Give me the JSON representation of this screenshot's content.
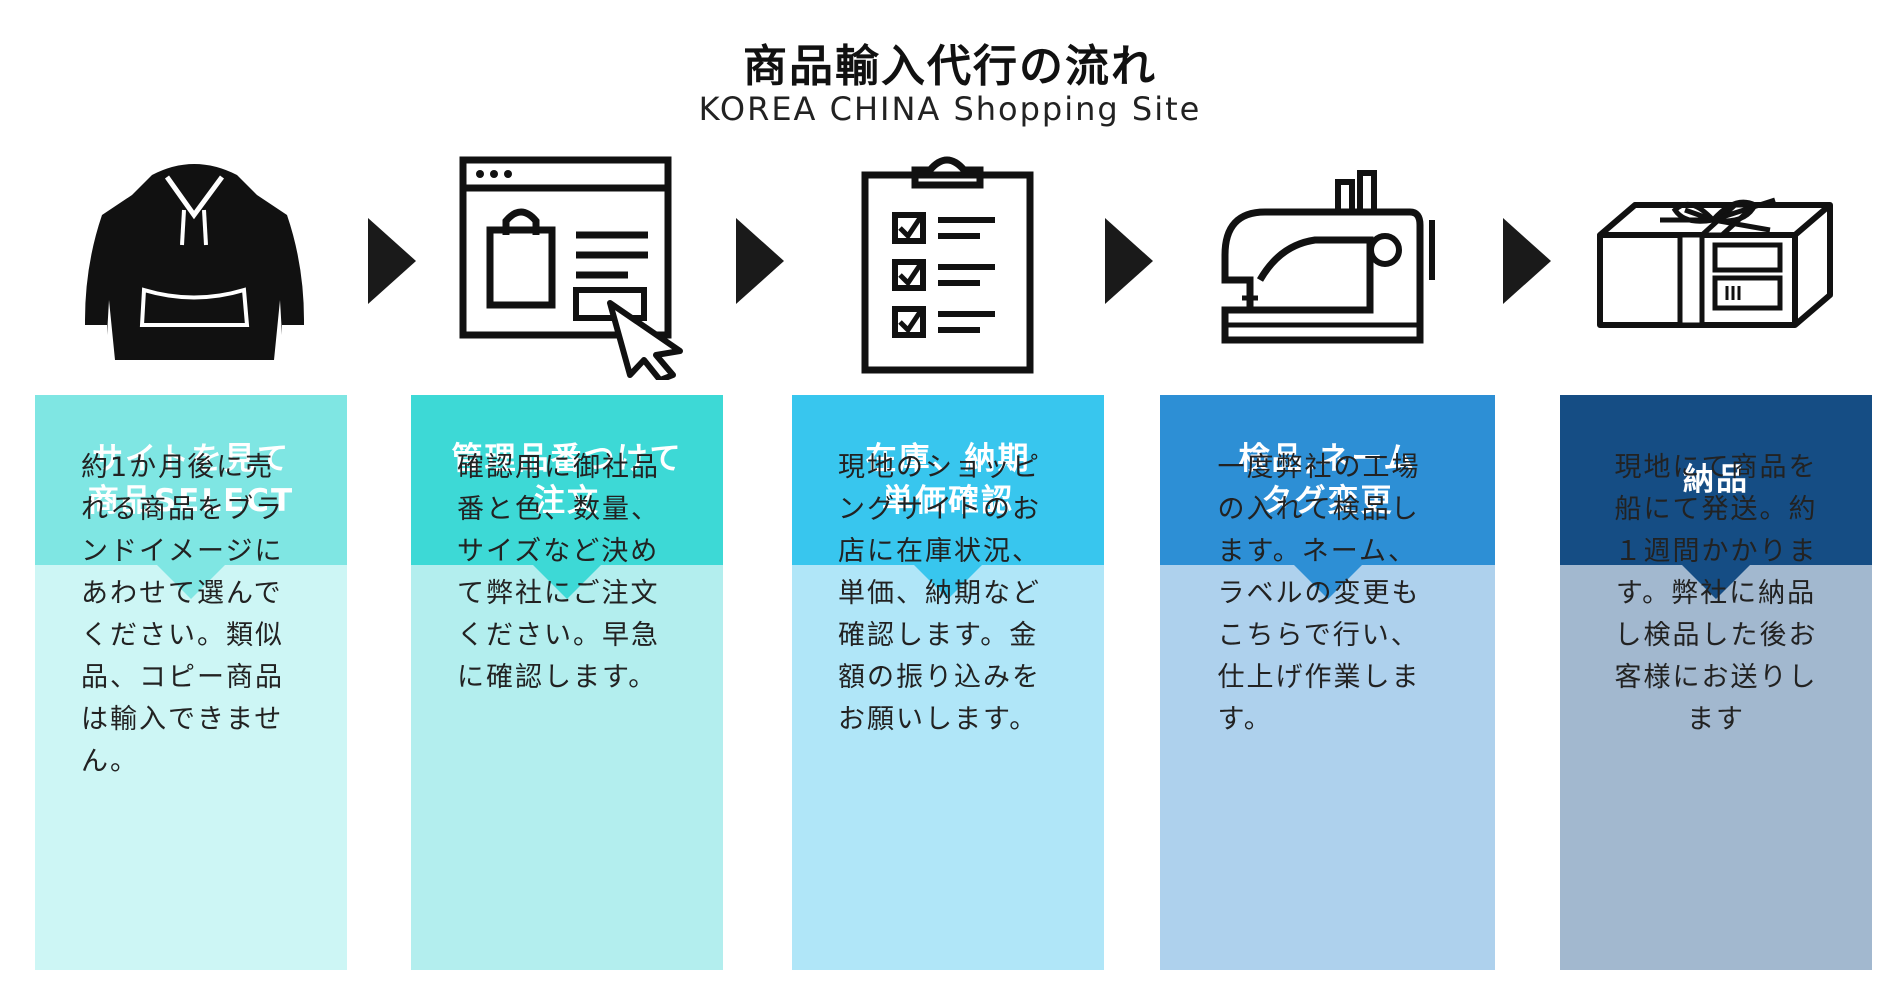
{
  "header": {
    "title": "商品輸入代行の流れ",
    "subtitle": "KOREA CHINA Shopping Site"
  },
  "steps": [
    {
      "title_line1": "サイトを見て",
      "title_line2": "商品SELECT",
      "body": "約1か月後に売れる商品をブランドイメージにあわせて選んでください。類似品、コピー商品は輸入できません。",
      "head_color": "#7fe6e3",
      "body_color": "#cdf6f5",
      "icon": "hoodie-icon"
    },
    {
      "title_line1": "管理品番つけて",
      "title_line2": "注文",
      "body": "確認用に御社品番と色、数量、サイズなど決めて弊社にご注文ください。早急に確認します。",
      "head_color": "#3dd9d6",
      "body_color": "#b3eeee",
      "icon": "online-shop-icon"
    },
    {
      "title_line1": "在庫、納期",
      "title_line2": "単価確認",
      "body": "現地のショッピングサイトのお店に在庫状況、単価、納期など確認します。金額の振り込みをお願いします。",
      "head_color": "#38c6ee",
      "body_color": "#b0e6f8",
      "icon": "clipboard-checklist-icon"
    },
    {
      "title_line1": "検品,ネーム",
      "title_line2": "タグ変更",
      "body": "一度弊社の工場の入れて検品します。ネーム、ラベルの変更もこちらで行い、仕上げ作業します。",
      "head_color": "#2d8fd5",
      "body_color": "#aed1ed",
      "icon": "sewing-machine-icon"
    },
    {
      "title_line1": "納品",
      "title_line2": "",
      "body": "現地にて商品を船にて発送。約１週間かかります。弊社に納品し検品した後お客様にお送りします",
      "head_color": "#154d84",
      "body_color": "#a2b8cf",
      "icon": "package-icon"
    }
  ],
  "arrows": [
    "triangle-right-icon",
    "triangle-right-icon",
    "triangle-right-icon",
    "triangle-right-icon"
  ]
}
